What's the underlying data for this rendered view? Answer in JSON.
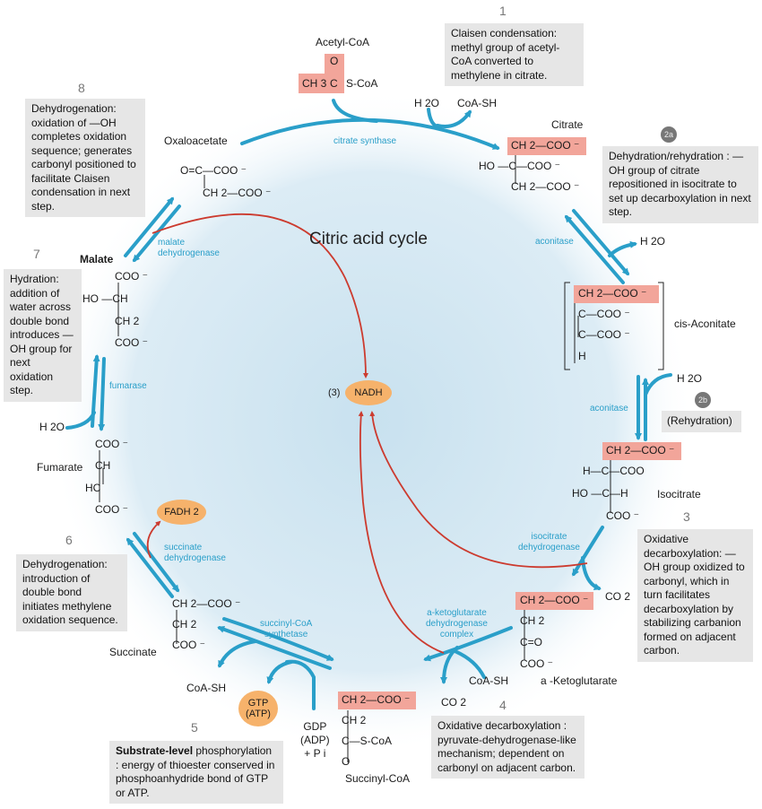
{
  "title": "Citric acid cycle",
  "colors": {
    "arrow_blue": "#2a9fc9",
    "redox_red": "#cc3b2f",
    "highlight": "#f2a59a",
    "cofactor_orange": "#f6b26b",
    "note_bg": "#e6e6e6"
  },
  "molecules": {
    "acetyl_coa": {
      "name": "Acetyl-CoA",
      "o": "O",
      "ch3": "CH 3",
      "c": "C",
      "scoa": "S-CoA"
    },
    "citrate": {
      "name": "Citrate",
      "r1": "CH 2—COO ⁻",
      "r2": "HO —C—COO ⁻",
      "r3": "CH 2—COO ⁻"
    },
    "cis_aconitate": {
      "name": "cis-Aconitate",
      "r1": "CH 2—COO ⁻",
      "r2": "C—COO ⁻",
      "r3": "C—COO ⁻",
      "r4": "H"
    },
    "isocitrate": {
      "name": "Isocitrate",
      "r1": "CH 2—COO ⁻",
      "r2": "H—C—COO",
      "r3": "HO —C—H",
      "r4": "COO ⁻"
    },
    "a_ketoglutarate": {
      "name": "a -Ketoglutarate",
      "r1": "CH 2—COO ⁻",
      "r2": "CH 2",
      "r3": "C=O",
      "r4": "COO ⁻"
    },
    "succinyl_coa": {
      "name": "Succinyl-CoA",
      "r1": "CH 2—COO ⁻",
      "r2": "CH 2",
      "r3": "C—S-CoA",
      "r4": "O"
    },
    "succinate": {
      "name": "Succinate",
      "r1": "CH 2—COO ⁻",
      "r2": "CH 2",
      "r3": "COO ⁻"
    },
    "fumarate": {
      "name": "Fumarate",
      "r1": "COO ⁻",
      "r2": "CH",
      "r3": "HC",
      "r4": "COO ⁻"
    },
    "malate": {
      "name": "Malate",
      "r1": "COO ⁻",
      "r2": "HO —CH",
      "r3": "CH 2",
      "r4": "COO ⁻"
    },
    "oxaloacetate": {
      "name": "Oxaloacetate",
      "r1": "O=C—COO ⁻",
      "r2": "CH 2—COO ⁻"
    }
  },
  "enzymes": {
    "citrate_synthase": "citrate synthase",
    "aconitase_1": "aconitase",
    "aconitase_2": "aconitase",
    "isocitrate_dh": [
      "isocitrate",
      "dehydrogenase"
    ],
    "akg_dh": [
      "a-ketoglutarate",
      "dehydrogenase",
      "complex"
    ],
    "succinyl_coa_synthetase": [
      "succinyl-CoA",
      "synthetase"
    ],
    "succinate_dh": [
      "succinate",
      "dehydrogenase"
    ],
    "fumarase": "fumarase",
    "malate_dh": [
      "malate",
      "dehydrogenase"
    ]
  },
  "side_species": {
    "h2o_1": "H 2O",
    "coash_1": "CoA-SH",
    "h2o_2a": "H 2O",
    "h2o_2b": "H 2O",
    "co2_3": "CO 2",
    "coash_4": "CoA-SH",
    "co2_4": "CO 2",
    "coash_5": "CoA-SH",
    "gdp": [
      "GDP",
      "(ADP)",
      "+ P i"
    ],
    "h2o_7": "H 2O"
  },
  "cofactors": {
    "nadh_count": "(3)",
    "nadh": "NADH",
    "fadh2": "FADH 2",
    "gtp": [
      "GTP",
      "(ATP)"
    ]
  },
  "steps": [
    {
      "num": "1",
      "text": "Claisen condensation: methyl group of acetyl-CoA converted to methylene in citrate."
    },
    {
      "num": "2a",
      "text": "Dehydration/rehydration : —OH group of citrate repositioned in isocitrate to set up decarboxylation in next step."
    },
    {
      "num": "2b",
      "text": "(Rehydration)"
    },
    {
      "num": "3",
      "text": "Oxidative decarboxylation: —OH group oxidized to carbonyl, which in turn facilitates decarboxylation by stabilizing carbanion formed on adjacent carbon."
    },
    {
      "num": "4",
      "text": "Oxidative decarboxylation : pyruvate-dehydrogenase-like mechanism; dependent on carbonyl on adjacent carbon."
    },
    {
      "num": "5",
      "text_bold": "Substrate-level",
      "text": " phosphorylation : energy of thioester conserved in phosphoanhydride bond of GTP or ATP."
    },
    {
      "num": "6",
      "text": "Dehydrogenation: introduction of double bond initiates methylene oxidation sequence."
    },
    {
      "num": "7",
      "text": "Hydration: addition of water across double bond introduces —OH group for next oxidation step."
    },
    {
      "num": "8",
      "text": "Dehydrogenation: oxidation of —OH completes oxidation sequence; generates carbonyl positioned to facilitate Claisen condensation in next step."
    }
  ]
}
